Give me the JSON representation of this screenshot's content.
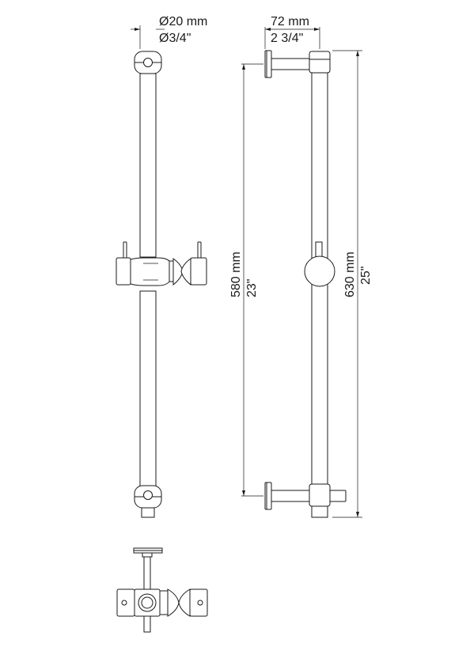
{
  "dimensions": {
    "bar_diameter_metric": "Ø20 mm",
    "bar_diameter_imperial": "Ø3/4\"",
    "wall_offset_metric": "72 mm",
    "wall_offset_imperial": "2 3/4\"",
    "bracket_spacing_metric": "580 mm",
    "bracket_spacing_imperial": "23\"",
    "overall_length_metric": "630 mm",
    "overall_length_imperial": "25\""
  }
}
